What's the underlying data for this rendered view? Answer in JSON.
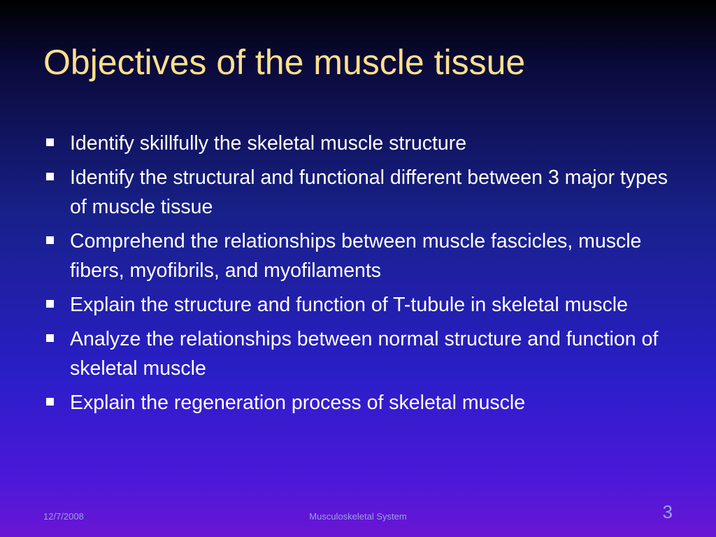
{
  "slide": {
    "title": "Objectives of the muscle tissue",
    "bullets": [
      "Identify skillfully the skeletal muscle structure",
      "Identify the structural and functional different between 3 major types of muscle tissue",
      "Comprehend the relationships between muscle fascicles, muscle fibers, myofibrils, and myofilaments",
      "Explain the structure and function of  T-tubule in skeletal muscle",
      "Analyze the relationships between normal structure and function of skeletal muscle",
      "Explain the regeneration process of skeletal muscle"
    ],
    "footer": {
      "date": "12/7/2008",
      "center": "Musculoskeletal System",
      "page_number": "3"
    },
    "colors": {
      "title": "#ffe08a",
      "text": "#ffffff",
      "footer": "#9aa0e0",
      "background_top": "#000000",
      "background_bottom": "#6a16d4"
    },
    "bullet_icon": "square-bullet-icon"
  }
}
